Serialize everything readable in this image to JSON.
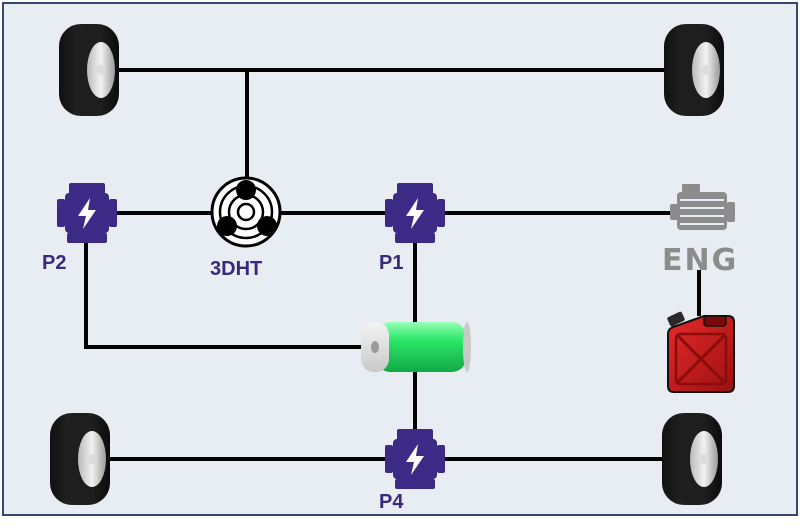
{
  "title": "Hybrid powertrain layout (3DHT)",
  "labels": {
    "p2": "P2",
    "dht": "3DHT",
    "p1": "P1",
    "p4": "P4",
    "engine": "ENG"
  },
  "components": {
    "wheels": [
      "front-left-wheel",
      "front-right-wheel",
      "rear-left-wheel",
      "rear-right-wheel"
    ],
    "motors": [
      "P2",
      "P1",
      "P4"
    ],
    "transmission": "3DHT",
    "engine": "ENG",
    "battery": "battery",
    "fuel": "fuel-canister"
  },
  "colors": {
    "background": "#e8edf3",
    "frame": "#34486b",
    "motor": "#3c2a86",
    "bolt": "#ffffff",
    "line": "#000000",
    "battery": "#2ee86a",
    "engine": "#8c8c8c",
    "fuel": "#c81a1a",
    "label": "#3a2a7a"
  }
}
